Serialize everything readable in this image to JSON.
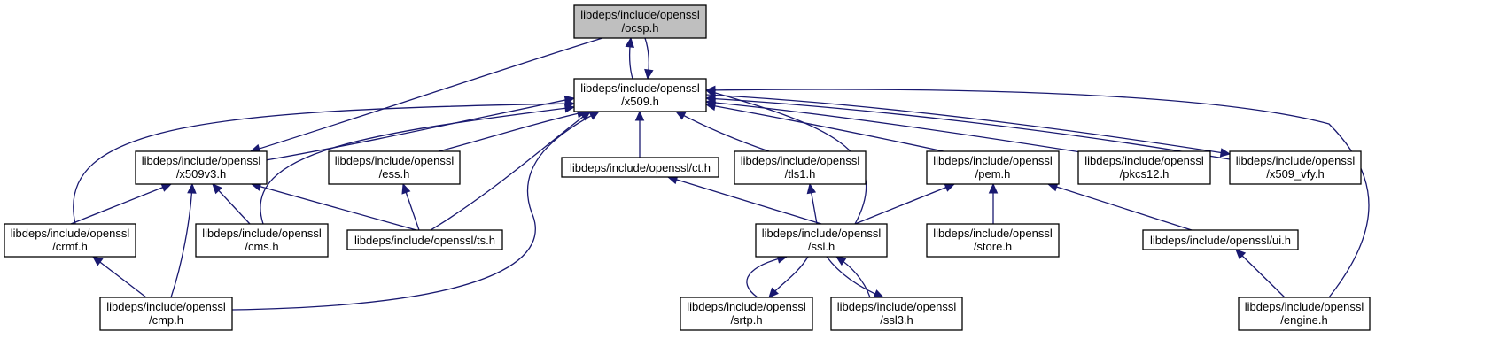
{
  "graph": {
    "edge_color": "#191970",
    "root_fill": "#bfbfbf",
    "nodes": [
      {
        "id": "ocsp",
        "line1": "libdeps/include/openssl",
        "line2": "/ocsp.h",
        "root": true
      },
      {
        "id": "x509",
        "line1": "libdeps/include/openssl",
        "line2": "/x509.h"
      },
      {
        "id": "x509v3",
        "line1": "libdeps/include/openssl",
        "line2": "/x509v3.h"
      },
      {
        "id": "ess",
        "line1": "libdeps/include/openssl",
        "line2": "/ess.h"
      },
      {
        "id": "ct",
        "line1": "libdeps/include/openssl/ct.h",
        "line2": ""
      },
      {
        "id": "tls1",
        "line1": "libdeps/include/openssl",
        "line2": "/tls1.h"
      },
      {
        "id": "pem",
        "line1": "libdeps/include/openssl",
        "line2": "/pem.h"
      },
      {
        "id": "pkcs12",
        "line1": "libdeps/include/openssl",
        "line2": "/pkcs12.h"
      },
      {
        "id": "x509vfy",
        "line1": "libdeps/include/openssl",
        "line2": "/x509_vfy.h"
      },
      {
        "id": "crmf",
        "line1": "libdeps/include/openssl",
        "line2": "/crmf.h"
      },
      {
        "id": "cms",
        "line1": "libdeps/include/openssl",
        "line2": "/cms.h"
      },
      {
        "id": "ts",
        "line1": "libdeps/include/openssl/ts.h",
        "line2": ""
      },
      {
        "id": "ssl",
        "line1": "libdeps/include/openssl",
        "line2": "/ssl.h"
      },
      {
        "id": "store",
        "line1": "libdeps/include/openssl",
        "line2": "/store.h"
      },
      {
        "id": "ui",
        "line1": "libdeps/include/openssl/ui.h",
        "line2": ""
      },
      {
        "id": "cmp",
        "line1": "libdeps/include/openssl",
        "line2": "/cmp.h"
      },
      {
        "id": "srtp",
        "line1": "libdeps/include/openssl",
        "line2": "/srtp.h"
      },
      {
        "id": "ssl3",
        "line1": "libdeps/include/openssl",
        "line2": "/ssl3.h"
      },
      {
        "id": "engine",
        "line1": "libdeps/include/openssl",
        "line2": "/engine.h"
      }
    ],
    "edges": [
      {
        "from": "x509",
        "to": "ocsp"
      },
      {
        "from": "ocsp",
        "to": "x509"
      },
      {
        "from": "ocsp",
        "to": "x509v3"
      },
      {
        "from": "x509v3",
        "to": "x509"
      },
      {
        "from": "ess",
        "to": "x509"
      },
      {
        "from": "ct",
        "to": "x509"
      },
      {
        "from": "tls1",
        "to": "x509"
      },
      {
        "from": "pem",
        "to": "x509"
      },
      {
        "from": "pkcs12",
        "to": "x509"
      },
      {
        "from": "x509vfy",
        "to": "x509"
      },
      {
        "from": "x509",
        "to": "x509vfy"
      },
      {
        "from": "crmf",
        "to": "x509"
      },
      {
        "from": "cms",
        "to": "x509"
      },
      {
        "from": "ts",
        "to": "x509"
      },
      {
        "from": "cmp",
        "to": "x509"
      },
      {
        "from": "ssl",
        "to": "x509"
      },
      {
        "from": "engine",
        "to": "x509"
      },
      {
        "from": "crmf",
        "to": "x509v3"
      },
      {
        "from": "cms",
        "to": "x509v3"
      },
      {
        "from": "ts",
        "to": "x509v3"
      },
      {
        "from": "cmp",
        "to": "x509v3"
      },
      {
        "from": "ts",
        "to": "ess"
      },
      {
        "from": "ssl",
        "to": "ct"
      },
      {
        "from": "ssl",
        "to": "tls1"
      },
      {
        "from": "ssl",
        "to": "pem"
      },
      {
        "from": "store",
        "to": "pem"
      },
      {
        "from": "ui",
        "to": "pem"
      },
      {
        "from": "cmp",
        "to": "crmf"
      },
      {
        "from": "srtp",
        "to": "ssl"
      },
      {
        "from": "ssl",
        "to": "srtp"
      },
      {
        "from": "ssl3",
        "to": "ssl"
      },
      {
        "from": "ssl",
        "to": "ssl3"
      },
      {
        "from": "engine",
        "to": "ui"
      }
    ]
  }
}
